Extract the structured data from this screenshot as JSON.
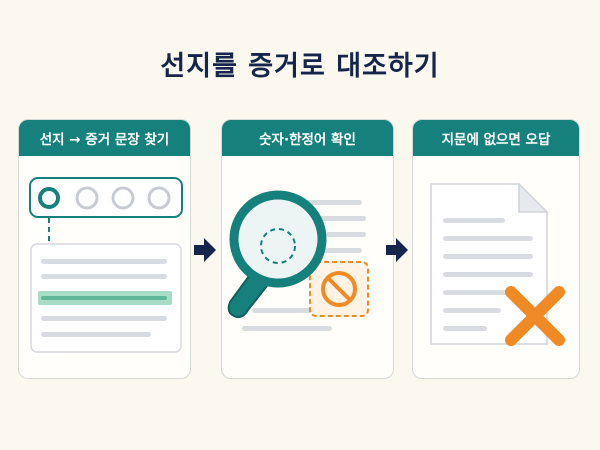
{
  "title": "선지를 증거로 대조하기",
  "steps": [
    {
      "label": "선지 → 증거 문장 찾기",
      "icon": "option-circles-and-text-block-icon"
    },
    {
      "label": "숫자·한정어 확인",
      "icon": "magnifying-glass-icon"
    },
    {
      "label": "지문에 없으면 오답",
      "icon": "document-with-x-icon"
    }
  ],
  "colors": {
    "background": "#fbf8ef",
    "title": "#15254b",
    "teal": "#16807c",
    "orange": "#f08a24",
    "highlight": "#a8dcc7",
    "line_gray": "#d8dbe0"
  }
}
